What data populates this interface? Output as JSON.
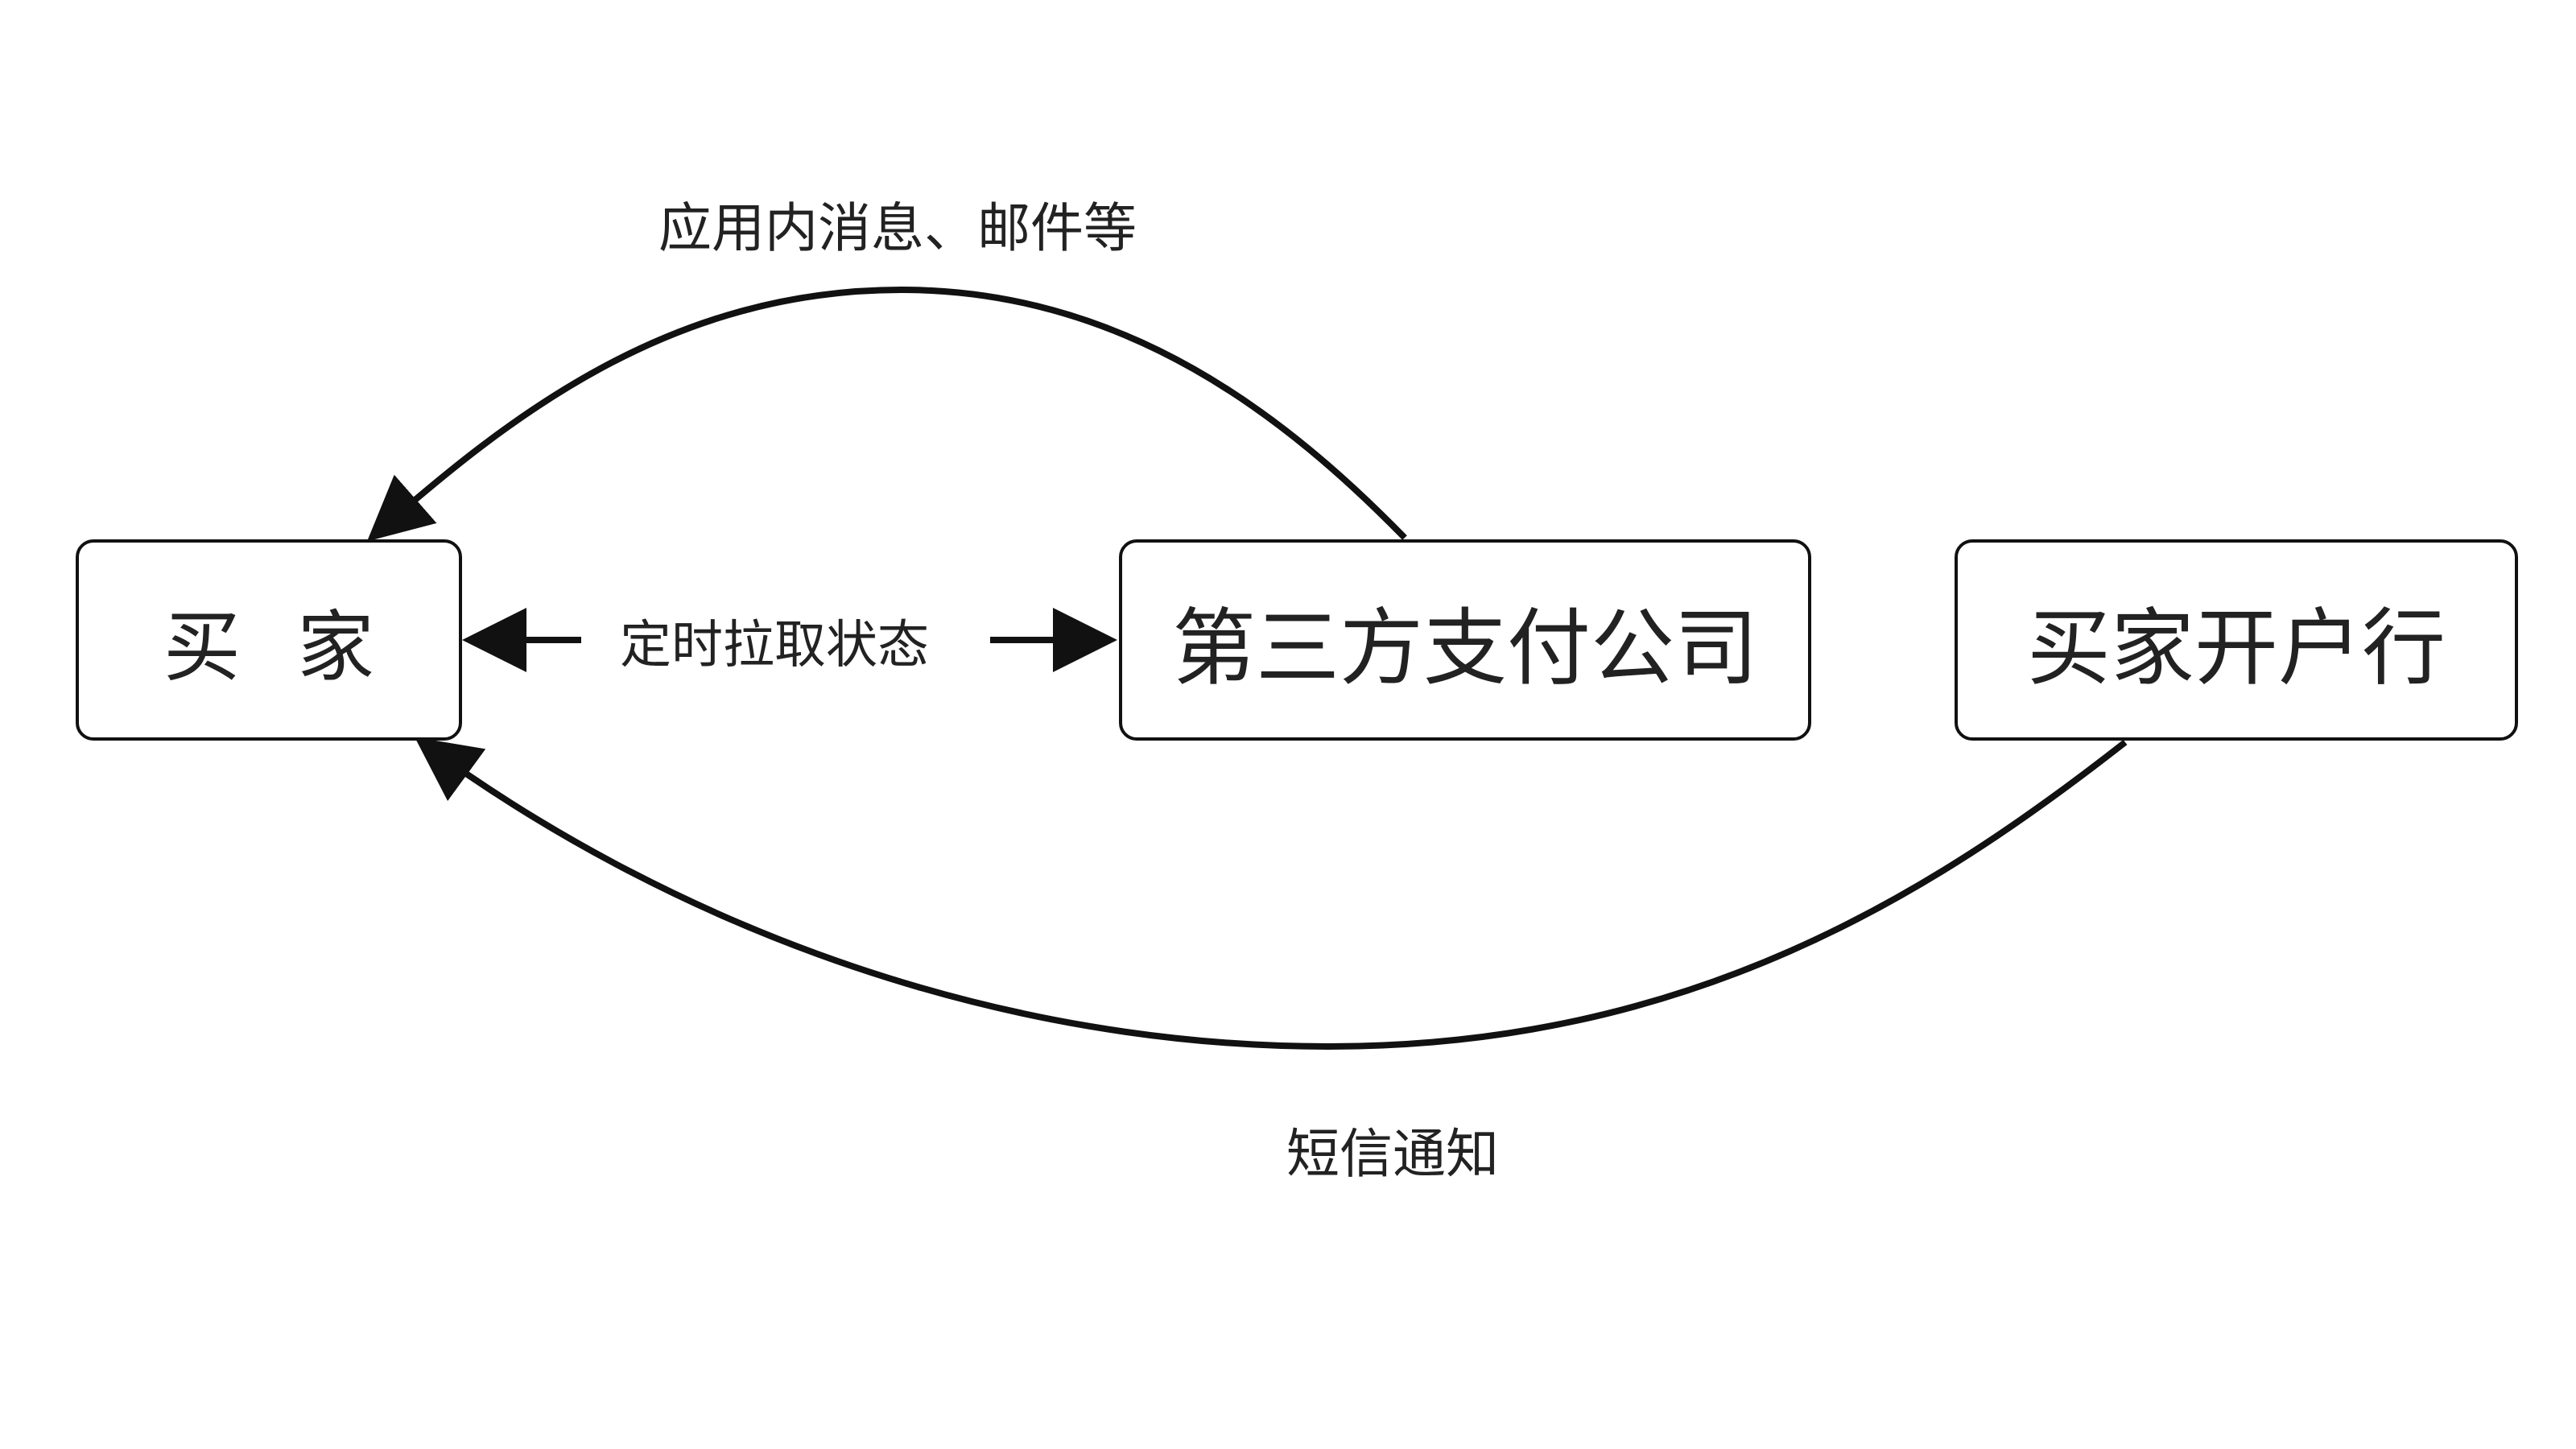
{
  "nodes": {
    "buyer": "买家",
    "payment_company": "第三方支付公司",
    "buyer_bank": "买家开户行"
  },
  "edges": {
    "app_message": "应用内消息、邮件等",
    "poll_status": "定时拉取状态",
    "sms_notice": "短信通知"
  },
  "colors": {
    "line": "#111111",
    "text": "#222222",
    "background": "#ffffff"
  }
}
